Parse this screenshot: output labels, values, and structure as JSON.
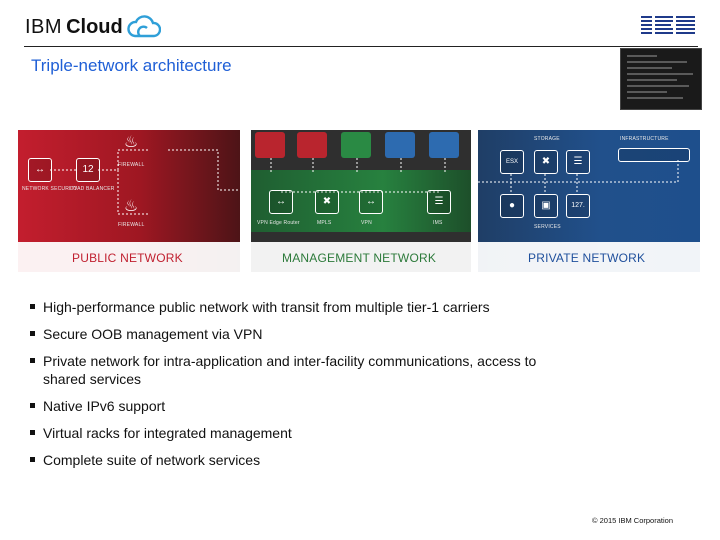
{
  "header": {
    "brand_ibm": "IBM",
    "brand_cloud": "Cloud",
    "right_logo": "IBM"
  },
  "title": "Triple-network architecture",
  "diagram": {
    "public": {
      "label": "PUBLIC NETWORK",
      "items": [
        "NETWORK SECURITY",
        "LOAD BALANCER",
        "FIREWALL",
        "FIREWALL"
      ]
    },
    "management": {
      "label": "MANAGEMENT NETWORK",
      "items": [
        "VPN Edge Router",
        "MPLS",
        "VPN",
        "IMS"
      ]
    },
    "private": {
      "label": "PRIVATE NETWORK",
      "items": [
        "STORAGE",
        "INFRASTRUCTURE",
        "ESX",
        "127.",
        "SERVICES"
      ]
    },
    "colors": {
      "public": "#b31c2b",
      "management": "#27813f",
      "private": "#21508b"
    }
  },
  "bullets": [
    "High-performance public network with transit from multiple tier-1 carriers",
    "Secure OOB management via VPN",
    "Private network for intra-application and inter-facility communications, access to shared services",
    "Native IPv6 support",
    "Virtual racks for integrated management",
    "Complete suite of network services"
  ],
  "footer": {
    "copyright": "© 2015 IBM Corporation"
  }
}
